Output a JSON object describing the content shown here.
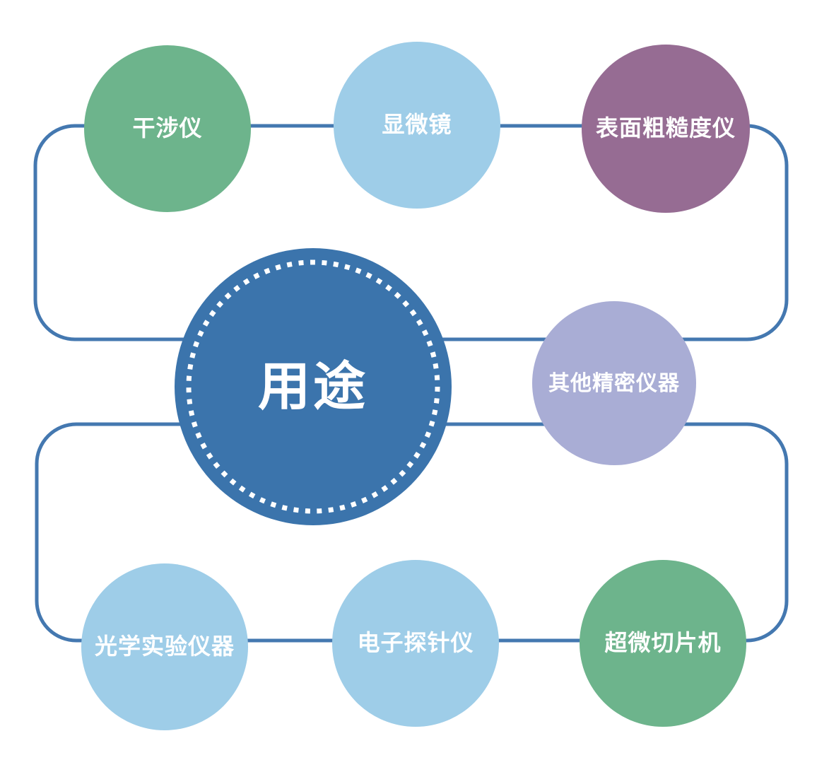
{
  "diagram": {
    "center": {
      "label": "用途",
      "color": "#3B74AC",
      "ring_color": "#FFFFFF"
    },
    "nodes": [
      {
        "id": "interferometer",
        "label": "干涉仪",
        "color": "#6DB48C"
      },
      {
        "id": "microscope",
        "label": "显微镜",
        "color": "#9ECDE8"
      },
      {
        "id": "surface-roughness-tester",
        "label": "表面粗糙度仪",
        "color": "#966C93"
      },
      {
        "id": "other-precision-instruments",
        "label": "其他精密仪器",
        "color": "#A9ADD5"
      },
      {
        "id": "optical-lab-instruments",
        "label": "光学实验仪器",
        "color": "#9ECDE8"
      },
      {
        "id": "electron-probe-analyzer",
        "label": "电子探针仪",
        "color": "#9ECDE8"
      },
      {
        "id": "ultramicrotome",
        "label": "超微切片机",
        "color": "#6DB48C"
      }
    ],
    "connector_color": "#4478B0"
  }
}
